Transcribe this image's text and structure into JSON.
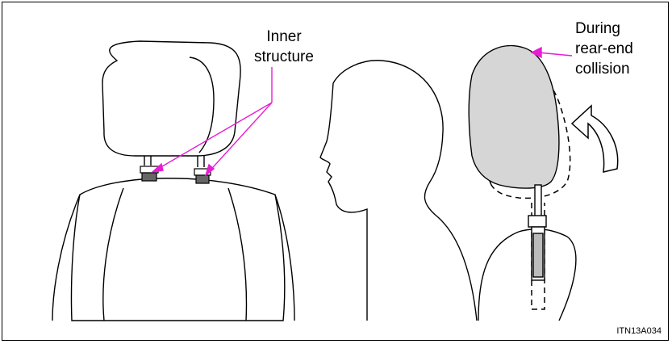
{
  "labels": {
    "inner_structure": [
      "Inner",
      "structure"
    ],
    "rear_end_collision": [
      "During",
      "rear-end",
      "collision"
    ]
  },
  "figure_code": "ITN13A034",
  "colors": {
    "callout": "#e61ed2",
    "headrest_fill": "#d6d6d6",
    "line": "#000000"
  },
  "icons": {
    "motion_arrow": "curved-arrow-up-left"
  }
}
